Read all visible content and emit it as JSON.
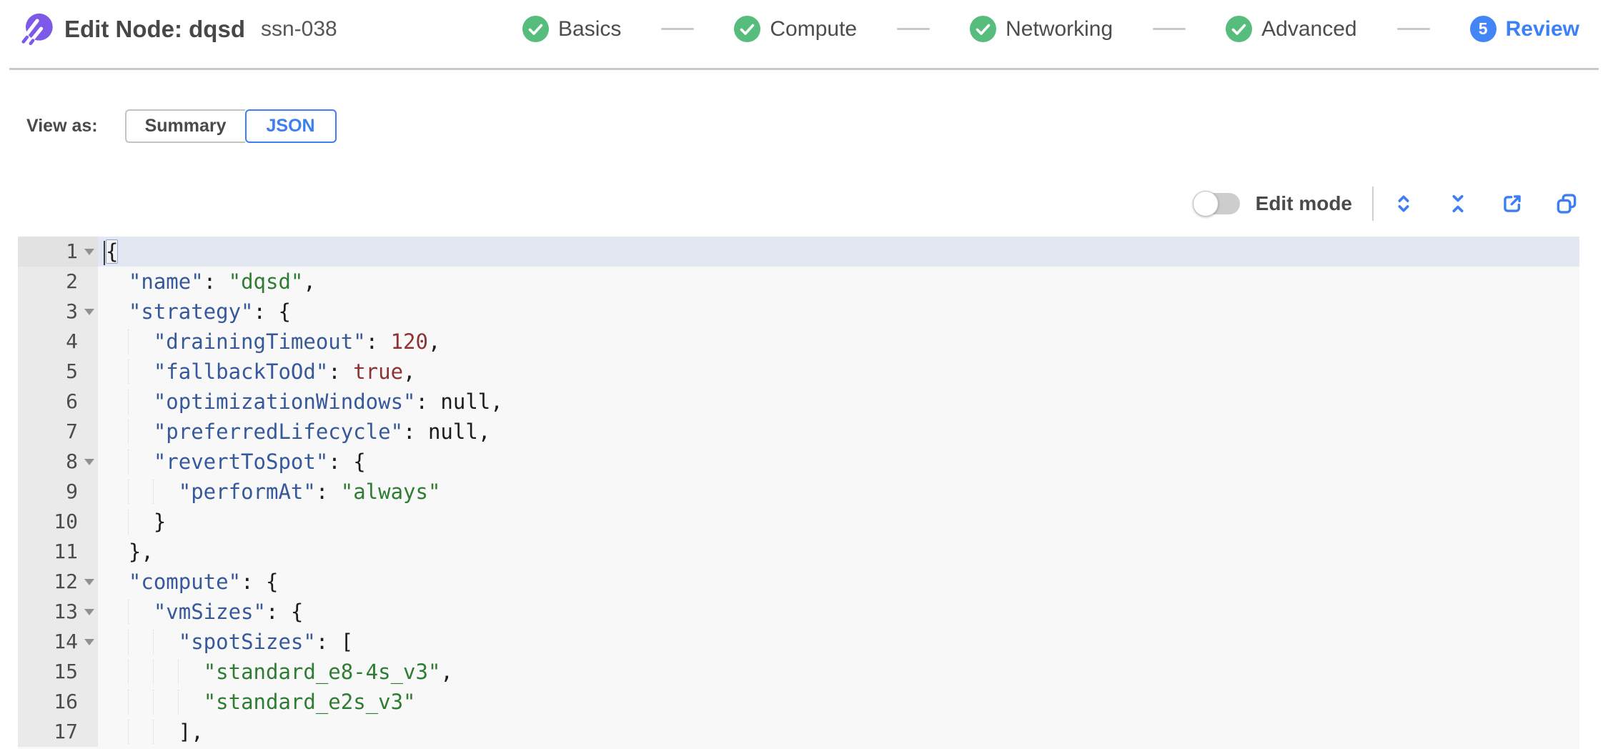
{
  "header": {
    "title": "Edit Node: dqsd",
    "subtitle": "ssn-038",
    "steps": [
      {
        "label": "Basics",
        "state": "complete"
      },
      {
        "label": "Compute",
        "state": "complete"
      },
      {
        "label": "Networking",
        "state": "complete"
      },
      {
        "label": "Advanced",
        "state": "complete"
      },
      {
        "label": "Review",
        "state": "active",
        "number": "5"
      }
    ]
  },
  "view_as": {
    "label": "View as:",
    "options": [
      {
        "label": "Summary",
        "selected": false
      },
      {
        "label": "JSON",
        "selected": true
      }
    ]
  },
  "toolbar": {
    "edit_mode_label": "Edit mode",
    "edit_mode_on": false,
    "icons": [
      "expand-icon",
      "collapse-icon",
      "export-icon",
      "copy-icon"
    ]
  },
  "colors": {
    "accent_blue": "#3d7ff2",
    "step_green": "#57bd7d",
    "review_blue": "#3c82f6",
    "syntax_key": "#36599c",
    "syntax_string": "#2e7d32",
    "syntax_number": "#8e3233",
    "active_line": "#e3e7f1"
  },
  "editor": {
    "active_line": 1,
    "fold_lines": [
      1,
      3,
      8,
      12,
      13,
      14
    ],
    "lines": [
      {
        "n": 1,
        "tokens": [
          [
            "p",
            "{",
            "box"
          ]
        ]
      },
      {
        "n": 2,
        "tokens": [
          [
            "ws",
            "  "
          ],
          [
            "key",
            "\"name\""
          ],
          [
            "p",
            ": "
          ],
          [
            "str",
            "\"dqsd\""
          ],
          [
            "p",
            ","
          ]
        ]
      },
      {
        "n": 3,
        "tokens": [
          [
            "ws",
            "  "
          ],
          [
            "key",
            "\"strategy\""
          ],
          [
            "p",
            ": {"
          ]
        ]
      },
      {
        "n": 4,
        "tokens": [
          [
            "ws",
            "    "
          ],
          [
            "key",
            "\"drainingTimeout\""
          ],
          [
            "p",
            ": "
          ],
          [
            "num",
            "120"
          ],
          [
            "p",
            ","
          ]
        ]
      },
      {
        "n": 5,
        "tokens": [
          [
            "ws",
            "    "
          ],
          [
            "key",
            "\"fallbackToOd\""
          ],
          [
            "p",
            ": "
          ],
          [
            "kw",
            "true"
          ],
          [
            "p",
            ","
          ]
        ]
      },
      {
        "n": 6,
        "tokens": [
          [
            "ws",
            "    "
          ],
          [
            "key",
            "\"optimizationWindows\""
          ],
          [
            "p",
            ": "
          ],
          [
            "nul",
            "null"
          ],
          [
            "p",
            ","
          ]
        ]
      },
      {
        "n": 7,
        "tokens": [
          [
            "ws",
            "    "
          ],
          [
            "key",
            "\"preferredLifecycle\""
          ],
          [
            "p",
            ": "
          ],
          [
            "nul",
            "null"
          ],
          [
            "p",
            ","
          ]
        ]
      },
      {
        "n": 8,
        "tokens": [
          [
            "ws",
            "    "
          ],
          [
            "key",
            "\"revertToSpot\""
          ],
          [
            "p",
            ": {"
          ]
        ]
      },
      {
        "n": 9,
        "tokens": [
          [
            "ws",
            "      "
          ],
          [
            "key",
            "\"performAt\""
          ],
          [
            "p",
            ": "
          ],
          [
            "str",
            "\"always\""
          ]
        ]
      },
      {
        "n": 10,
        "tokens": [
          [
            "ws",
            "    "
          ],
          [
            "p",
            "}"
          ]
        ]
      },
      {
        "n": 11,
        "tokens": [
          [
            "ws",
            "  "
          ],
          [
            "p",
            "},"
          ]
        ]
      },
      {
        "n": 12,
        "tokens": [
          [
            "ws",
            "  "
          ],
          [
            "key",
            "\"compute\""
          ],
          [
            "p",
            ": {"
          ]
        ]
      },
      {
        "n": 13,
        "tokens": [
          [
            "ws",
            "    "
          ],
          [
            "key",
            "\"vmSizes\""
          ],
          [
            "p",
            ": {"
          ]
        ]
      },
      {
        "n": 14,
        "tokens": [
          [
            "ws",
            "      "
          ],
          [
            "key",
            "\"spotSizes\""
          ],
          [
            "p",
            ": ["
          ]
        ]
      },
      {
        "n": 15,
        "tokens": [
          [
            "ws",
            "        "
          ],
          [
            "str",
            "\"standard_e8-4s_v3\""
          ],
          [
            "p",
            ","
          ]
        ]
      },
      {
        "n": 16,
        "tokens": [
          [
            "ws",
            "        "
          ],
          [
            "str",
            "\"standard_e2s_v3\""
          ]
        ]
      },
      {
        "n": 17,
        "tokens": [
          [
            "ws",
            "      "
          ],
          [
            "p",
            "],"
          ]
        ]
      }
    ]
  }
}
